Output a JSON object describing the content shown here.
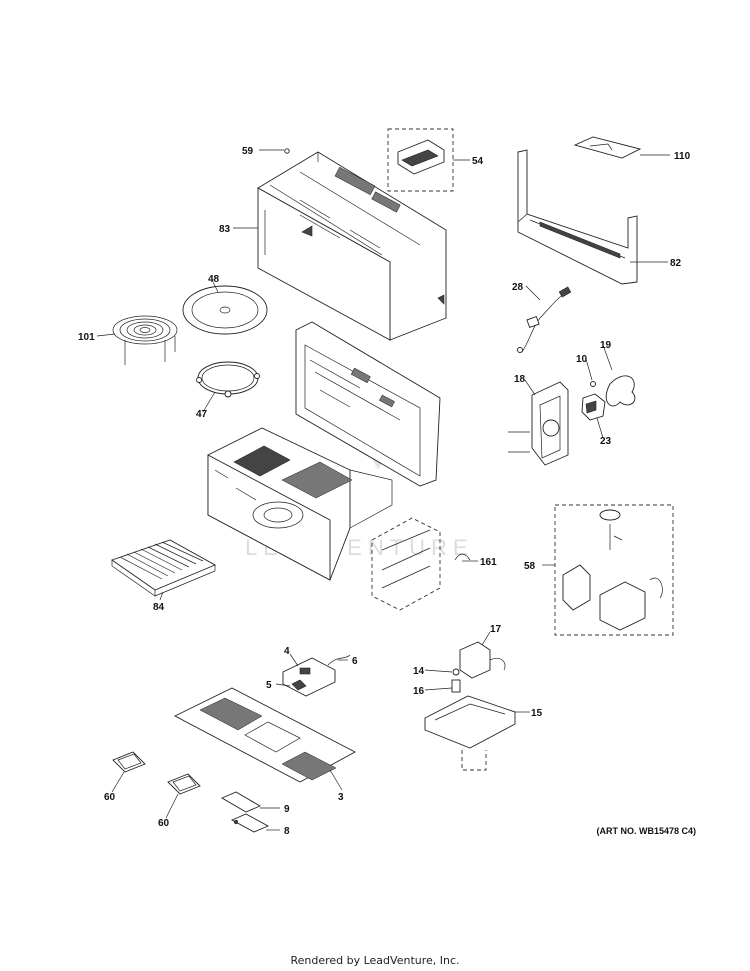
{
  "callouts": [
    "59",
    "54",
    "110",
    "83",
    "82",
    "48",
    "28",
    "101",
    "10",
    "19",
    "18",
    "47",
    "23",
    "161",
    "84",
    "58",
    "4",
    "6",
    "5",
    "17",
    "14",
    "16",
    "15",
    "3",
    "60",
    "60",
    "9",
    "8"
  ],
  "watermark": "LEADVENTURE",
  "art_number": "(ART NO. WB15478 C4)",
  "footer": "Rendered by LeadVenture, Inc."
}
